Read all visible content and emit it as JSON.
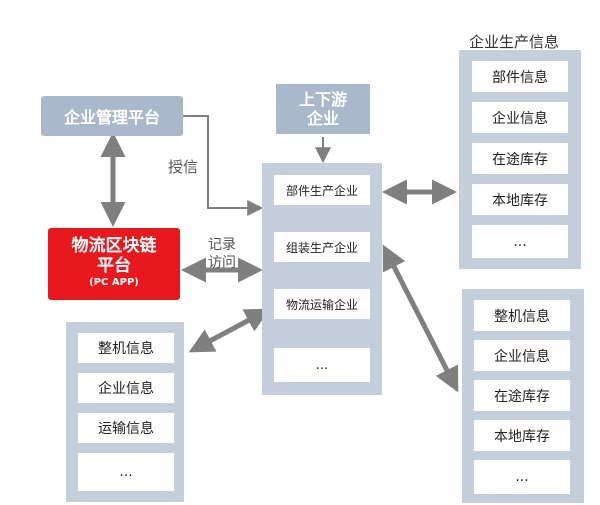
{
  "colors": {
    "panel": "#c5cfdc",
    "node_gray": "#a9b8ca",
    "node_red": "#e8191c",
    "arrow": "#7f7f7f",
    "arrow_dark": "#111111",
    "text": "#222222"
  },
  "enterprise_platform": {
    "label": "企业管理平台"
  },
  "upstream": {
    "line1": "上下游",
    "line2": "企业"
  },
  "blockchain": {
    "line1": "物流区块链",
    "line2": "平台",
    "line3": "(PC  APP)"
  },
  "edge_labels": {
    "authorize": "授信",
    "record": "记录",
    "access": "访问"
  },
  "center_panel": {
    "items": [
      "部件生产企业",
      "组装生产企业",
      "物流运输企业",
      "..."
    ]
  },
  "production_info": {
    "title": "企业生产信息",
    "items": [
      "部件信息",
      "企业信息",
      "在途库存",
      "本地库存",
      "..."
    ]
  },
  "machine_info": {
    "items": [
      "整机信息",
      "企业信息",
      "在途库存",
      "本地库存",
      "..."
    ]
  },
  "left_info": {
    "items": [
      "整机信息",
      "企业信息",
      "运输信息",
      "..."
    ]
  }
}
